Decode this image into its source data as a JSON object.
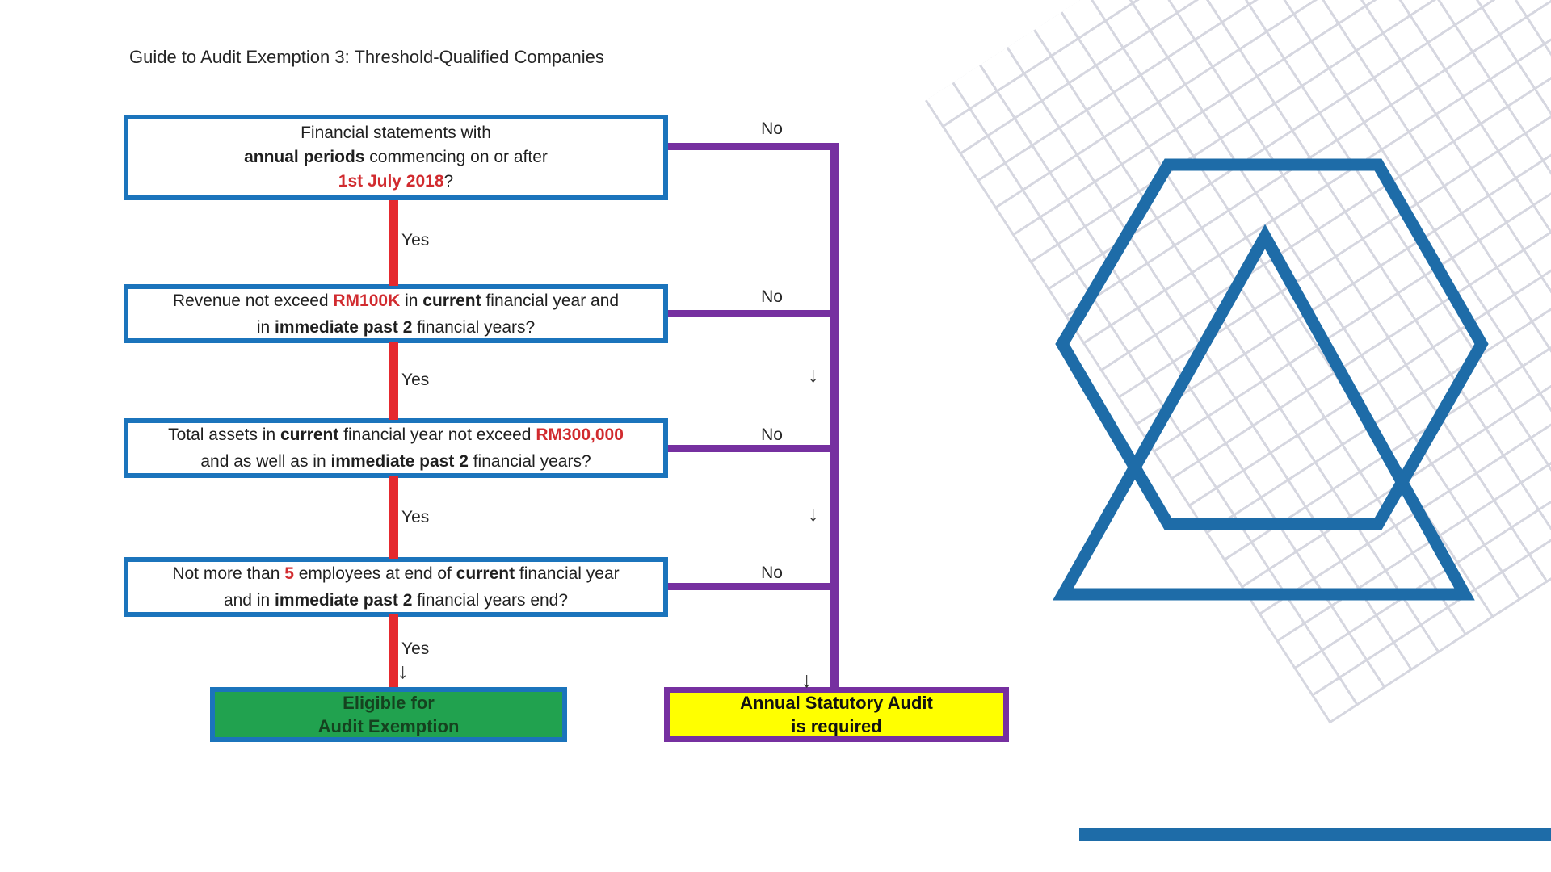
{
  "title": "Guide to Audit Exemption 3: Threshold-Qualified Companies",
  "labels": {
    "yes": "Yes",
    "no": "No",
    "down_arrow": "↓"
  },
  "colors": {
    "box_border_blue": "#1B74BC",
    "connector_red": "#E5292E",
    "connector_purple": "#7630A0",
    "highlight_red": "#D12B2F",
    "eligible_green": "#21A24F",
    "audit_yellow": "#FFFF00",
    "logo_blue": "#1E6CA8",
    "grid_gray": "#D6D7E0",
    "text_dark": "#1F1F1F"
  },
  "flow": {
    "questions": [
      {
        "lines": [
          [
            {
              "t": "Financial statements with"
            }
          ],
          [
            {
              "t": "annual periods",
              "b": true
            },
            {
              "t": " commencing on or after"
            }
          ],
          [
            {
              "t": "1st July 2018",
              "b": true,
              "r": true
            },
            {
              "t": "?"
            }
          ]
        ]
      },
      {
        "lines": [
          [
            {
              "t": "Revenue not exceed "
            },
            {
              "t": "RM100K",
              "b": true,
              "r": true
            },
            {
              "t": " in "
            },
            {
              "t": "current",
              "b": true
            },
            {
              "t": " financial year and"
            }
          ],
          [
            {
              "t": "in "
            },
            {
              "t": "immediate past 2",
              "b": true
            },
            {
              "t": " financial years?"
            }
          ]
        ]
      },
      {
        "lines": [
          [
            {
              "t": "Total assets in "
            },
            {
              "t": "current",
              "b": true
            },
            {
              "t": " financial year not exceed "
            },
            {
              "t": "RM300,000",
              "b": true,
              "r": true
            }
          ],
          [
            {
              "t": "and as well as in "
            },
            {
              "t": "immediate past 2",
              "b": true
            },
            {
              "t": " financial years?"
            }
          ]
        ]
      },
      {
        "lines": [
          [
            {
              "t": "Not more than "
            },
            {
              "t": "5",
              "b": true,
              "r": true
            },
            {
              "t": " employees at end of "
            },
            {
              "t": "current",
              "b": true
            },
            {
              "t": " financial year"
            }
          ],
          [
            {
              "t": "and in "
            },
            {
              "t": "immediate past 2",
              "b": true
            },
            {
              "t": " financial years end?"
            }
          ]
        ]
      }
    ],
    "outcomes": {
      "eligible": {
        "line1": "Eligible for",
        "line2": "Audit Exemption"
      },
      "audit": {
        "line1": "Annual Statutory Audit",
        "line2": "is required"
      }
    }
  }
}
